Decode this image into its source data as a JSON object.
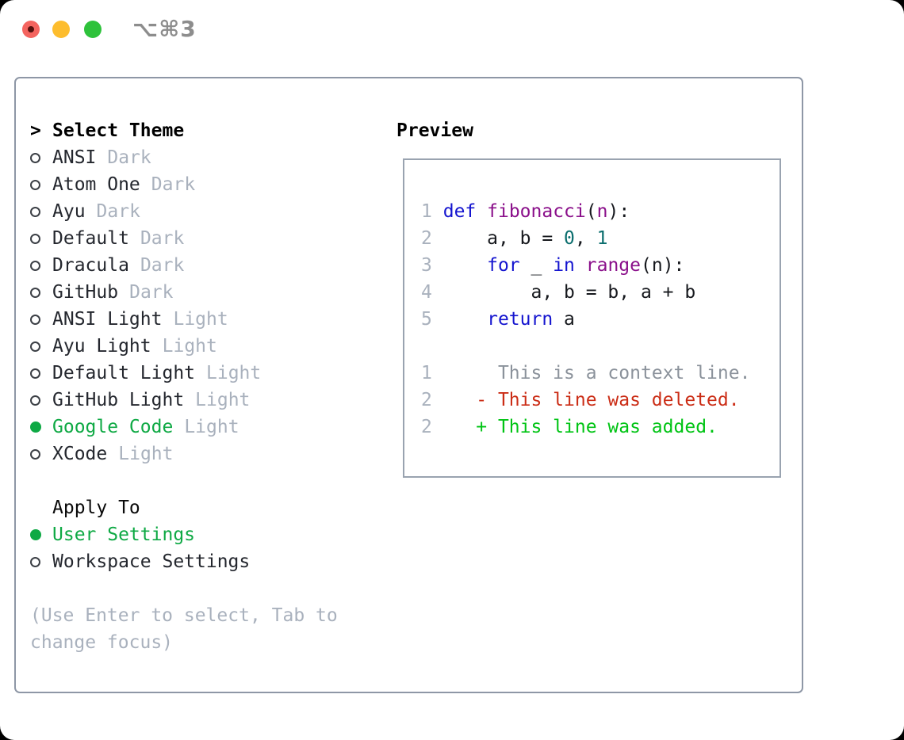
{
  "window": {
    "title": "⌥⌘3",
    "traffic_lights": [
      "close",
      "minimize",
      "zoom"
    ]
  },
  "colors": {
    "accent_green": "#0ea944",
    "muted_gray": "#a9b1bd",
    "panel_border_gray": "#8e97a6",
    "diff_red": "#cb2d16",
    "diff_added_green": "#00c414",
    "keyword_blue": "#1414cf",
    "function_purple": "#8a0f8a",
    "number_teal": "#0b6e6e",
    "line_number_gray": "#a9b1bd"
  },
  "theme_panel": {
    "header_marker": ">",
    "header_label": "Select Theme",
    "items": [
      {
        "name": "ANSI",
        "variant": "Dark",
        "selected": false
      },
      {
        "name": "Atom One",
        "variant": "Dark",
        "selected": false
      },
      {
        "name": "Ayu",
        "variant": "Dark",
        "selected": false
      },
      {
        "name": "Default",
        "variant": "Dark",
        "selected": false
      },
      {
        "name": "Dracula",
        "variant": "Dark",
        "selected": false
      },
      {
        "name": "GitHub",
        "variant": "Dark",
        "selected": false
      },
      {
        "name": "ANSI Light",
        "variant": "Light",
        "selected": false
      },
      {
        "name": "Ayu Light",
        "variant": "Light",
        "selected": false
      },
      {
        "name": "Default Light",
        "variant": "Light",
        "selected": false
      },
      {
        "name": "GitHub Light",
        "variant": "Light",
        "selected": false
      },
      {
        "name": "Google Code",
        "variant": "Light",
        "selected": true
      },
      {
        "name": "XCode",
        "variant": "Light",
        "selected": false
      }
    ],
    "apply_to_label": "Apply To",
    "apply_options": [
      {
        "label": "User Settings",
        "selected": true
      },
      {
        "label": "Workspace Settings",
        "selected": false
      }
    ],
    "help_line1": "(Use Enter to select, Tab to",
    "help_line2": "change focus)"
  },
  "preview": {
    "label": "Preview",
    "lines": [
      {
        "no": "1",
        "tokens": [
          {
            "t": " ",
            "c": "p"
          },
          {
            "t": "def",
            "c": "kw"
          },
          {
            "t": " ",
            "c": "p"
          },
          {
            "t": "fibonacci",
            "c": "fn"
          },
          {
            "t": "(",
            "c": "p"
          },
          {
            "t": "n",
            "c": "fn"
          },
          {
            "t": "):",
            "c": "p"
          }
        ]
      },
      {
        "no": "2",
        "tokens": [
          {
            "t": "     a, b = ",
            "c": "p"
          },
          {
            "t": "0",
            "c": "num"
          },
          {
            "t": ", ",
            "c": "p"
          },
          {
            "t": "1",
            "c": "num"
          }
        ]
      },
      {
        "no": "3",
        "tokens": [
          {
            "t": "     ",
            "c": "p"
          },
          {
            "t": "for",
            "c": "kw"
          },
          {
            "t": " _ ",
            "c": "p"
          },
          {
            "t": "in",
            "c": "kw"
          },
          {
            "t": " ",
            "c": "p"
          },
          {
            "t": "range",
            "c": "fn"
          },
          {
            "t": "(n):",
            "c": "p"
          }
        ]
      },
      {
        "no": "4",
        "tokens": [
          {
            "t": "         a, b = b, a + b",
            "c": "p"
          }
        ]
      },
      {
        "no": "5",
        "tokens": [
          {
            "t": "     ",
            "c": "p"
          },
          {
            "t": "return",
            "c": "kw"
          },
          {
            "t": " a",
            "c": "p"
          }
        ]
      },
      {
        "no": "",
        "tokens": []
      },
      {
        "no": "1",
        "tokens": [
          {
            "t": "      This is a context line.",
            "c": "ctx"
          }
        ]
      },
      {
        "no": "2",
        "tokens": [
          {
            "t": "    - This line was deleted.",
            "c": "del"
          }
        ]
      },
      {
        "no": "2",
        "tokens": [
          {
            "t": "    + This line was added.",
            "c": "add"
          }
        ]
      }
    ]
  }
}
